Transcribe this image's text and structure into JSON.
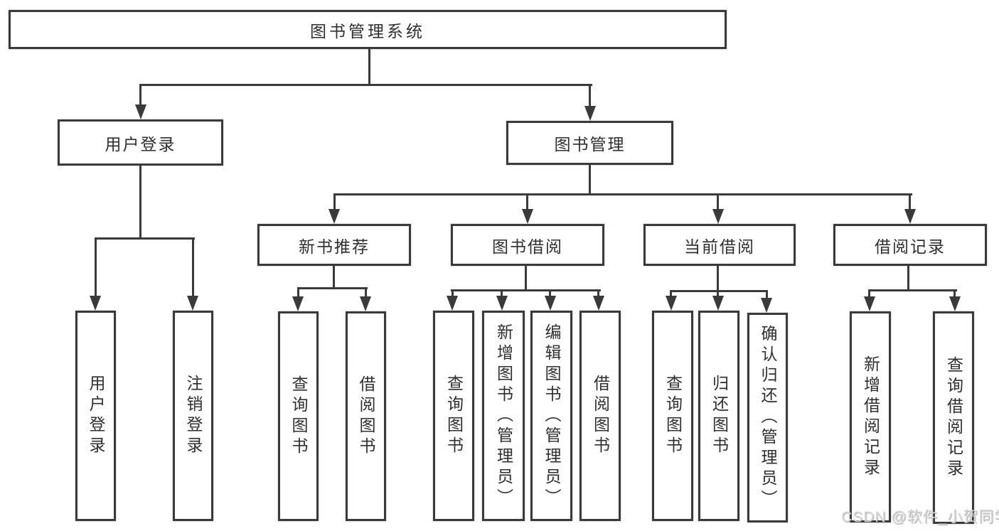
{
  "colors": {
    "background": "#ffffff",
    "line": "#3a3a3a",
    "box_border": "#3a3a3a",
    "text": "#2f2f2f",
    "watermark": "#d9d9d9"
  },
  "diagram": {
    "type": "hierarchy-tree",
    "root": {
      "label": "图书管理系统"
    },
    "branches": [
      {
        "label": "用户登录",
        "children": [
          {
            "label": "用户登录"
          },
          {
            "label": "注销登录"
          }
        ]
      },
      {
        "label": "图书管理",
        "children": [
          {
            "label": "新书推荐",
            "children": [
              {
                "label": "查询图书"
              },
              {
                "label": "借阅图书"
              }
            ]
          },
          {
            "label": "图书借阅",
            "children": [
              {
                "label": "查询图书"
              },
              {
                "label": "新增图书（管理员）"
              },
              {
                "label": "编辑图书（管理员）"
              },
              {
                "label": "借阅图书"
              }
            ]
          },
          {
            "label": "当前借阅",
            "children": [
              {
                "label": "查询图书"
              },
              {
                "label": "归还图书"
              },
              {
                "label": "确认归还（管理员）"
              }
            ]
          },
          {
            "label": "借阅记录",
            "children": [
              {
                "label": "新增借阅记录"
              },
              {
                "label": "查询借阅记录"
              }
            ]
          }
        ]
      }
    ]
  },
  "watermark": {
    "text": "CSDN @软件_小贺同学"
  }
}
